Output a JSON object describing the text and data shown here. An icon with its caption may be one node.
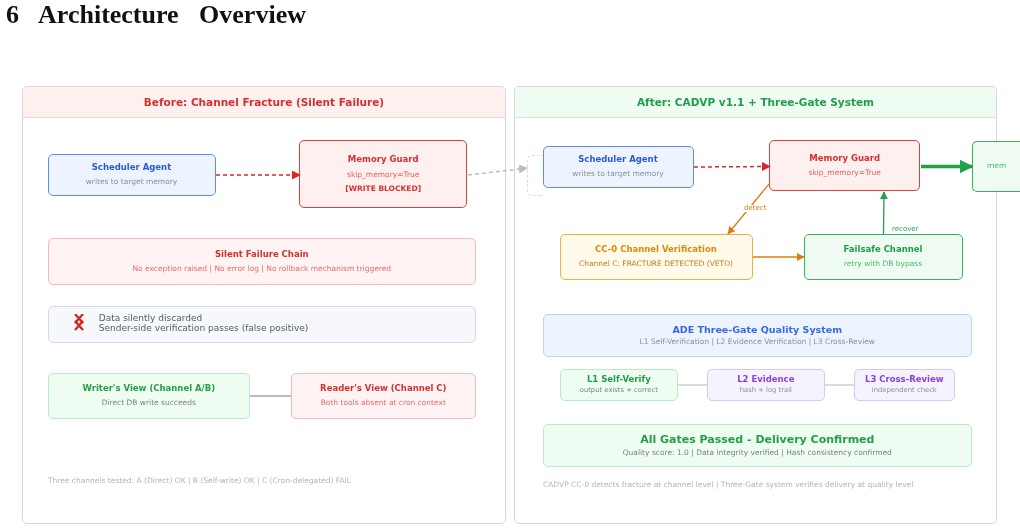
{
  "diagram": {
    "title": "6 Architecture Overview",
    "nodes": [
      {
        "text": [
          "Before: Channel Fracture (Silent Failure)"
        ]
      },
      {
        "text": [
          "Scheduler Agent",
          "writes to target memory"
        ],
        "in": 0
      },
      {
        "text": [
          "Memory Guard",
          "skip_memory=True",
          "[WRITE BLOCKED]"
        ],
        "in": 0
      },
      {
        "text": [
          "Silent Failure Chain",
          "No exception raised | No error log | No rollback mechanism triggered"
        ],
        "in": 0
      },
      {
        "text": [
          "Data silently discarded",
          "Sender-side verification passes (false positive)"
        ],
        "in": 0
      },
      {
        "text": [
          "Writer's View (Channel A/B)",
          "Direct DB write succeeds"
        ],
        "in": 0
      },
      {
        "text": [
          "Reader's View (Channel C)",
          "Both tools absent at cron context"
        ],
        "in": 0
      },
      {
        "text": [
          "After: CADVP v1.1 + Three-Gate System"
        ]
      },
      {
        "text": [],
        "shape": "box",
        "in": 7
      },
      {
        "text": [
          "Scheduler Agent",
          "writes to target memory"
        ],
        "in": 7
      },
      {
        "text": [
          "Memory Guard",
          "skip_memory=True"
        ],
        "in": 7
      },
      {
        "text": [
          "mem"
        ]
      },
      {
        "text": [
          "CC-0 Channel Verification",
          "Channel C: FRACTURE DETECTED (VETO)"
        ],
        "in": 7
      },
      {
        "text": [
          "Failsafe Channel",
          "retry with DB bypass"
        ],
        "in": 7
      },
      {
        "text": [
          "ADE Three-Gate Quality System",
          "L1 Self-Verification | L2 Evidence Verification | L3 Cross-Review"
        ],
        "in": 7
      },
      {
        "text": [
          "L1 Self-Verify",
          "output exists + correct"
        ],
        "in": 7
      },
      {
        "text": [
          "L2 Evidence",
          "hash + log trail"
        ],
        "in": 7
      },
      {
        "text": [
          "L3 Cross-Review",
          "independent check"
        ],
        "in": 7
      },
      {
        "text": [
          "All Gates Passed - Delivery Confirmed",
          "Quality score: 1.0 | Data integrity verified | Hash consistency confirmed"
        ],
        "in": 7
      }
    ],
    "edges": [
      {
        "from": 1,
        "to": 2,
        "arrow": "to",
        "style": "dashed",
        "color": "#dc2626"
      },
      {
        "from": 2,
        "to": 8,
        "arrow": "to",
        "style": "dashed",
        "color": "#b8bcc6"
      },
      {
        "from": 5,
        "to": 6,
        "arrow": "none",
        "color": "#9ca3af"
      },
      {
        "from": 9,
        "to": 10,
        "arrow": "to",
        "style": "dashed",
        "color": "#dc2626"
      },
      {
        "from": 10,
        "to": 11,
        "arrow": "to",
        "style": "thick",
        "color": "#22a04a"
      },
      {
        "from": 10,
        "to": 12,
        "arrow": "to",
        "label": "detect",
        "color": "#d97f10"
      },
      {
        "from": 12,
        "to": 13,
        "arrow": "to",
        "color": "#d97f10"
      },
      {
        "from": 13,
        "to": 10,
        "arrow": "to",
        "label": "recover",
        "color": "#22a04a"
      },
      {
        "from": 15,
        "to": 16,
        "arrow": "none",
        "color": "#c4c8d0"
      },
      {
        "from": 16,
        "to": 17,
        "arrow": "none",
        "color": "#c4c8d0"
      }
    ],
    "labels": [
      "Three channels tested: A (Direct) OK | B (Self-write) OK | C (Cron-delegated) FAIL",
      "CADVP CC-0 detects fracture at channel level | Three-Gate system verifies delivery at quality level"
    ]
  }
}
